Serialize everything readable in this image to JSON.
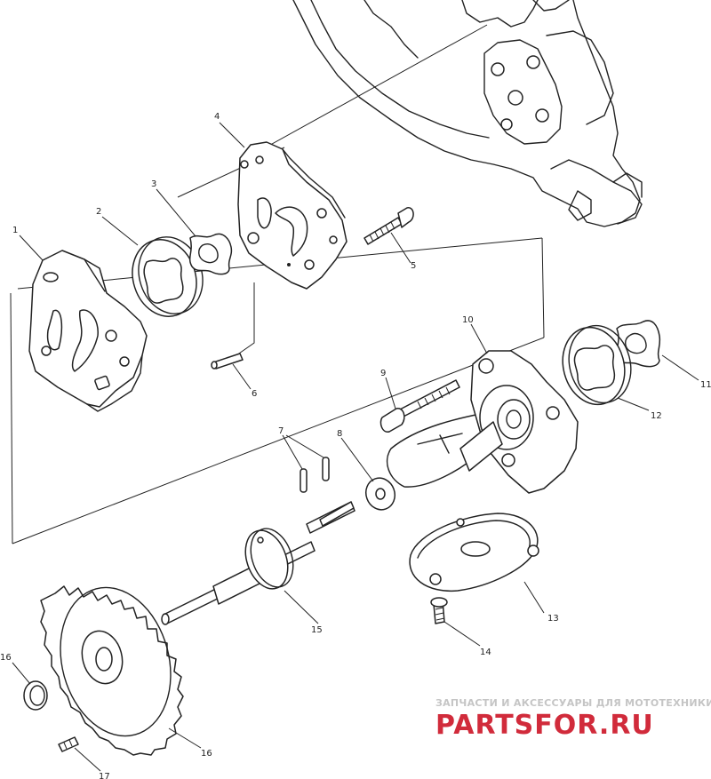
{
  "diagram": {
    "callouts": {
      "p1": "1",
      "p2": "2",
      "p3": "3",
      "p4": "4",
      "p5": "5",
      "p6": "6",
      "p7": "7",
      "p8": "8",
      "p9": "9",
      "p10": "10",
      "p11": "11",
      "p12": "12",
      "p13": "13",
      "p14": "14",
      "p15": "15",
      "p16a": "16",
      "p16b": "16",
      "p17": "17"
    }
  },
  "watermark": {
    "tagline": "ЗАПЧАСТИ И АКСЕССУАРЫ ДЛЯ МОТОТЕХНИКИ",
    "logo": "PARTSFOR.RU",
    "logo_color": "#d12b3b",
    "tagline_color": "#c5c5c5"
  }
}
